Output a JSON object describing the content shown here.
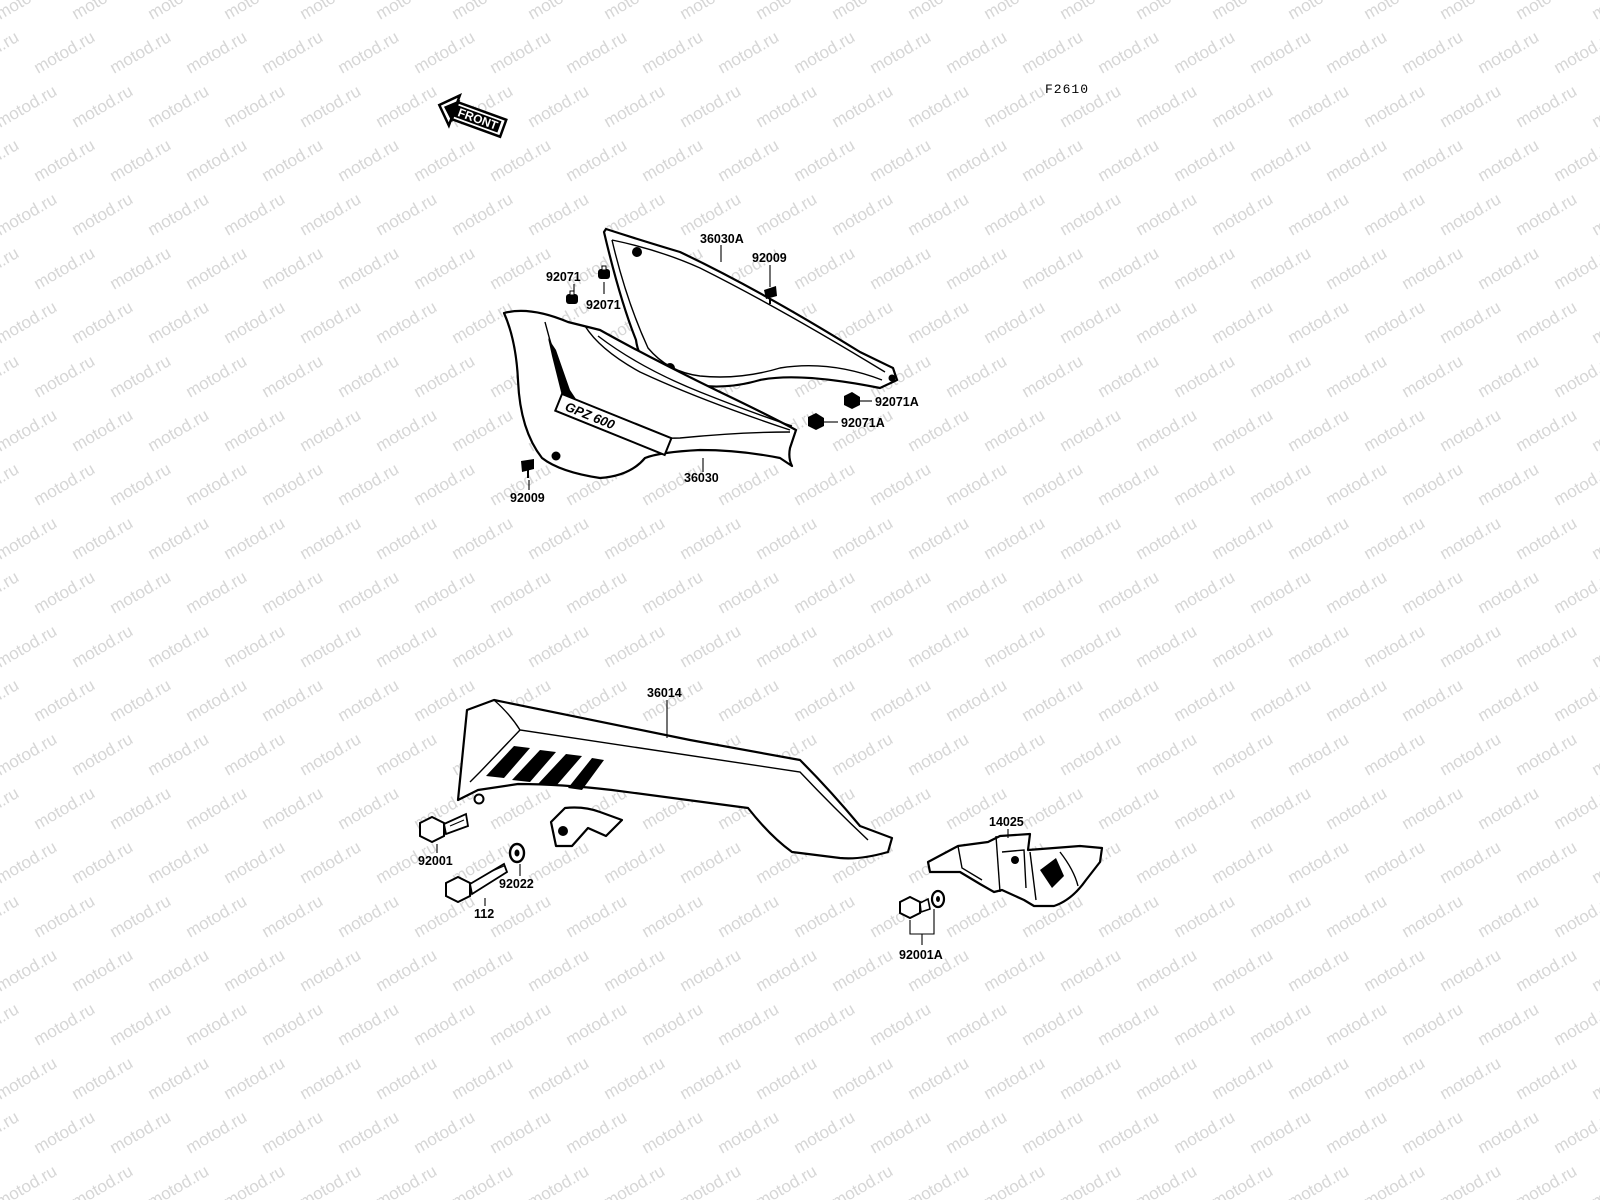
{
  "watermark": {
    "text": "motod.ru"
  },
  "reference_code": "F2610",
  "front_arrow": {
    "label": "FRONT",
    "icon": "front-direction-arrow-icon"
  },
  "side_cover_logo": "GPZ 600",
  "labels": {
    "p36030A": "36030A",
    "p92009_top": "92009",
    "p92071_a": "92071",
    "p92071_b": "92071",
    "p92071A_a": "92071A",
    "p92071A_b": "92071A",
    "p36030": "36030",
    "p92009_bottom": "92009",
    "p36014": "36014",
    "p92001": "92001",
    "p92022": "92022",
    "p112": "112",
    "p14025": "14025",
    "p92001A": "92001A"
  },
  "colors": {
    "line": "#000000",
    "watermark": "#d6d6d6",
    "background": "#ffffff"
  }
}
